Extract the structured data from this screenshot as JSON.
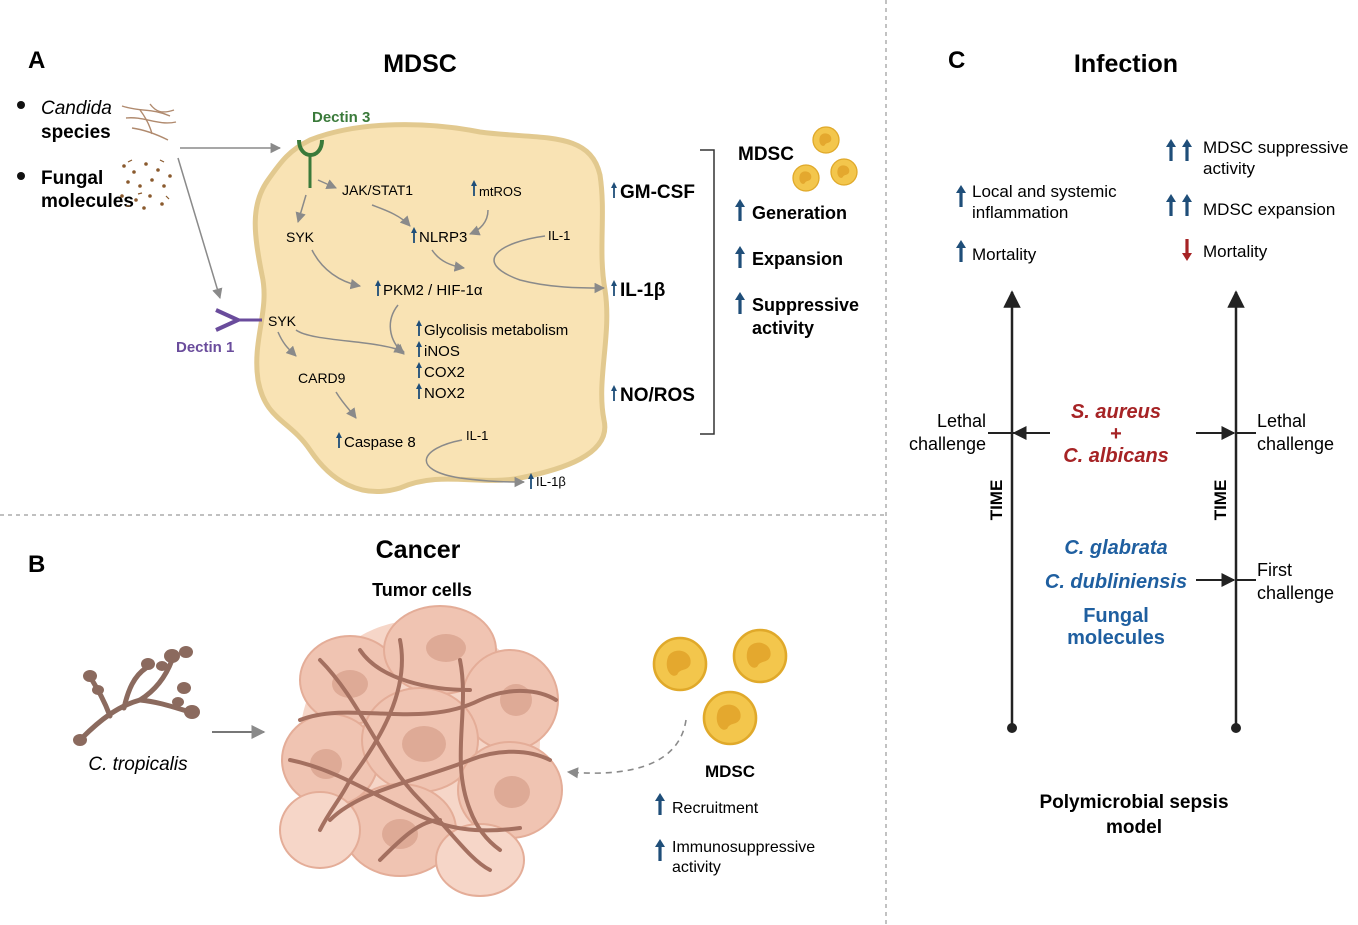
{
  "colors": {
    "cell_fill": "#f9e3b4",
    "cell_stroke": "#e2c98f",
    "arrow_blue": "#1f4e79",
    "arrow_red": "#a62325",
    "pathogen_red": "#a62325",
    "fungi_blue": "#1f5fa0",
    "dectin3": "#3a7a3a",
    "dectin1": "#6a4c9c",
    "gray_line": "#8a8a8a",
    "divider": "#9a9a9a"
  },
  "panelA": {
    "letter": "A",
    "title": "MDSC",
    "bullets": [
      {
        "italic": "Candida",
        "rest": "species"
      },
      {
        "line1": "Fungal",
        "line2": "molecules"
      }
    ],
    "dectin3_label": "Dectin 3",
    "dectin1_label": "Dectin 1",
    "nodes": {
      "jak": "JAK/STAT1",
      "mtros": "mtROS",
      "syk1": "SYK",
      "nlrp3": "NLRP3",
      "il1_inner": "IL-1",
      "pkm2": "PKM2 / HIF-1α",
      "syk2": "SYK",
      "glyco": "Glycolisis metabolism",
      "inos": "iNOS",
      "cox2": "COX2",
      "nox2": "NOX2",
      "card9": "CARD9",
      "casp8": "Caspase 8",
      "il1_lower": "IL-1",
      "il1b_out": "IL-1β"
    },
    "outputs": [
      "GM-CSF",
      "IL-1β",
      "NO/ROS"
    ],
    "effects_title": "MDSC",
    "effects": [
      "Generation",
      "Expansion",
      "Suppressive",
      "activity"
    ]
  },
  "panelB": {
    "letter": "B",
    "title": "Cancer",
    "tumor_label": "Tumor cells",
    "species": "C. tropicalis",
    "mdsc_label": "MDSC",
    "effects": [
      "Recruitment",
      "Immunosuppressive",
      "activity"
    ]
  },
  "panelC": {
    "letter": "C",
    "title": "Infection",
    "left_effects": [
      "Local and systemic",
      "inflammation",
      "Mortality"
    ],
    "right_effects": [
      "MDSC suppressive",
      "activity",
      "MDSC expansion",
      "Mortality"
    ],
    "time_label": "TIME",
    "lethal": [
      "Lethal",
      "challenge"
    ],
    "first": [
      "First",
      "challenge"
    ],
    "pathogens": [
      "S. aureus",
      "+",
      "C. albicans"
    ],
    "fungi": [
      "C. glabrata",
      "C. dubliniensis",
      "Fungal",
      "molecules"
    ],
    "model": [
      "Polymicrobial sepsis",
      "model"
    ]
  }
}
